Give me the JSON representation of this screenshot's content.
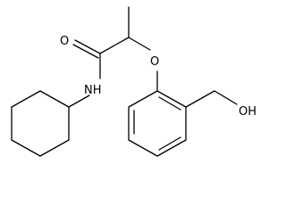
{
  "structure": {
    "atoms": {
      "oxygen_carbonyl": "O",
      "oxygen_ether": "O",
      "nitrogen_amide": "NH",
      "hydroxyl": "OH"
    }
  },
  "colors": {
    "bond": "#000000",
    "text": "#000000",
    "background": "#ffffff"
  }
}
